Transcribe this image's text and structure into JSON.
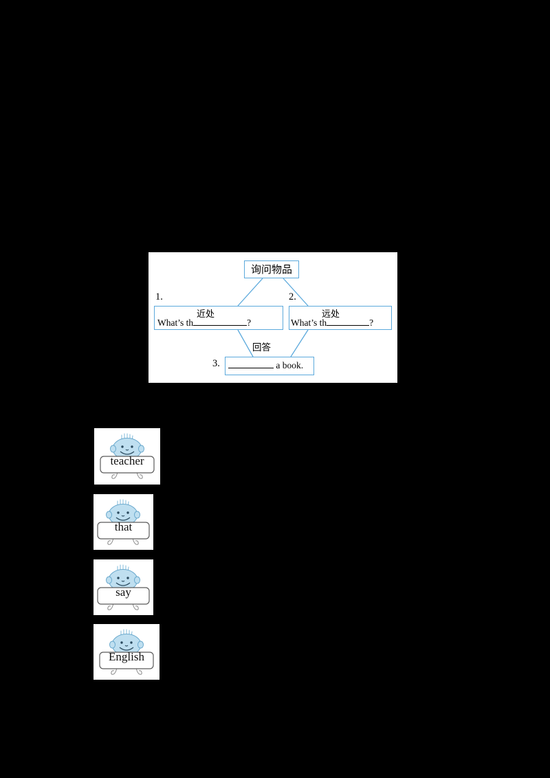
{
  "page": {
    "background_color": "#000000",
    "paper_color": "#ffffff"
  },
  "diagram": {
    "accent_color": "#5BA9DC",
    "topic_box": {
      "label": "询问物品"
    },
    "branches": [
      {
        "number": "1.",
        "heading": "近处",
        "prompt_before": "What’s th",
        "prompt_after": "?"
      },
      {
        "number": "2.",
        "heading": "远处",
        "prompt_before": "What’s th",
        "prompt_after": "?"
      }
    ],
    "answer": {
      "number": "3.",
      "heading": "回答",
      "text_after": " a book."
    }
  },
  "flashcards": [
    {
      "word": "teacher",
      "face_color": "#bfdff0",
      "face_name": "cartoon-head-icon"
    },
    {
      "word": "that",
      "face_color": "#bfdff0",
      "face_name": "cartoon-head-icon"
    },
    {
      "word": "say",
      "face_color": "#bfdff0",
      "face_name": "cartoon-head-icon"
    },
    {
      "word": "English",
      "face_color": "#bfdff0",
      "face_name": "cartoon-head-icon"
    }
  ]
}
